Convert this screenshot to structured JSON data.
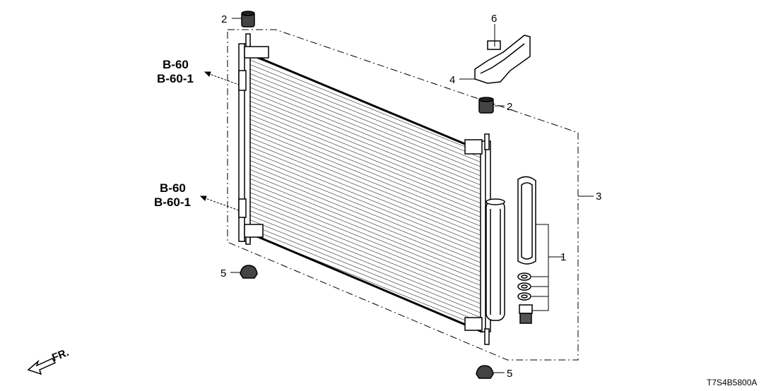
{
  "callouts": {
    "grommet_top": "2",
    "grommet_mid": "2",
    "receiver_kit": "1",
    "condenser_assy": "3",
    "bracket": "4",
    "rubber_bottom_left": "5",
    "rubber_bottom_center": "5",
    "clip": "6"
  },
  "references": {
    "upper_a": "B-60",
    "upper_b": "B-60-1",
    "lower_a": "B-60",
    "lower_b": "B-60-1"
  },
  "front_indicator": "FR.",
  "diagram_code": "T7S4B5800A"
}
